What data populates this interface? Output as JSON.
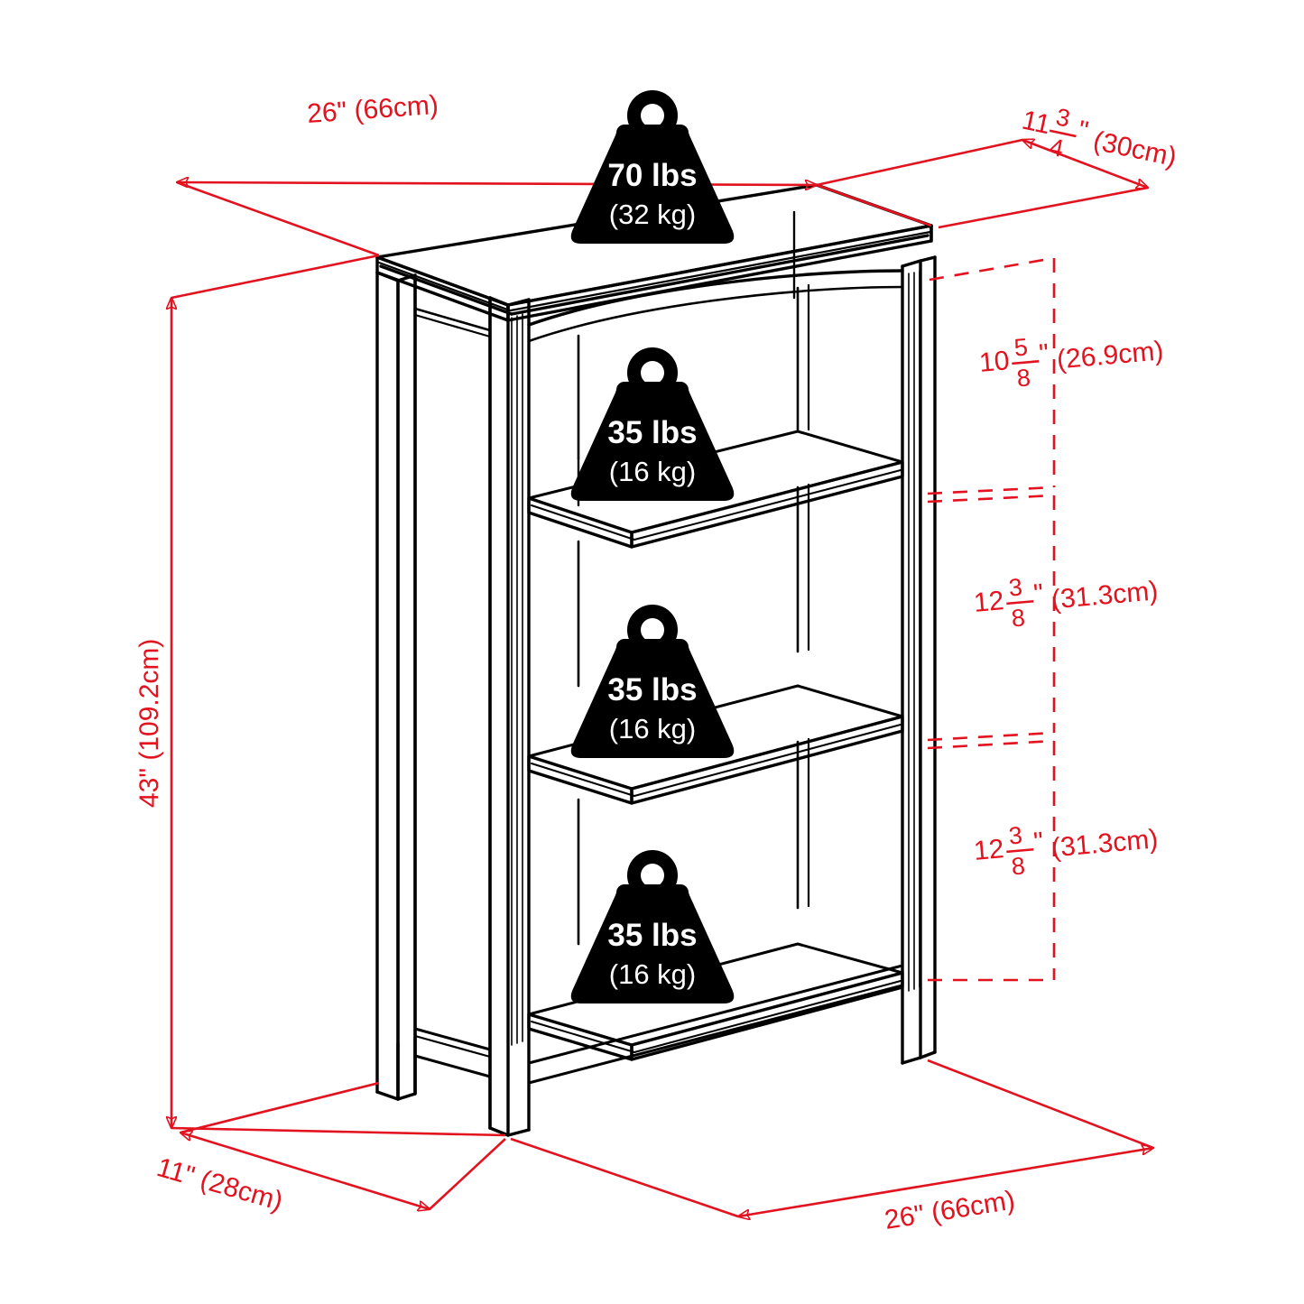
{
  "diagram": {
    "type": "furniture-dimension-drawing",
    "subject": "3-shelf bookcase",
    "colors": {
      "dimension_red": "#E2121F",
      "outline_black": "#000000",
      "background": "#FFFFFF",
      "weight_icon_fill": "#000000",
      "weight_icon_text": "#FFFFFF"
    }
  },
  "dimensions": {
    "top_width": {
      "inches": "26\"",
      "metric": "(66cm)",
      "label": "26\"  (66cm)"
    },
    "top_depth": {
      "whole": "11",
      "num": "3",
      "den": "4",
      "unit": "\"",
      "metric": "(30cm)"
    },
    "overall_height": {
      "inches": "43\"",
      "metric": "(109.2cm)",
      "label": "43\"  (109.2cm)"
    },
    "base_depth": {
      "inches": "11\"",
      "metric": "(28cm)",
      "label": "11\"  (28cm)"
    },
    "base_width": {
      "inches": "26\"",
      "metric": "(66cm)",
      "label": "26\"  (66cm)"
    },
    "shelf_gap_top": {
      "whole": "10",
      "num": "5",
      "den": "8",
      "unit": "\"",
      "metric": "(26.9cm)"
    },
    "shelf_gap_middle": {
      "whole": "12",
      "num": "3",
      "den": "8",
      "unit": "\"",
      "metric": "(31.3cm)"
    },
    "shelf_gap_bottom": {
      "whole": "12",
      "num": "3",
      "den": "8",
      "unit": "\"",
      "metric": "(31.3cm)"
    }
  },
  "weights": [
    {
      "id": "top-surface",
      "lbs": "70 lbs",
      "kg": "(32 kg)"
    },
    {
      "id": "shelf-top",
      "lbs": "35 lbs",
      "kg": "(16 kg)"
    },
    {
      "id": "shelf-middle",
      "lbs": "35 lbs",
      "kg": "(16 kg)"
    },
    {
      "id": "shelf-bottom",
      "lbs": "35 lbs",
      "kg": "(16 kg)"
    }
  ]
}
